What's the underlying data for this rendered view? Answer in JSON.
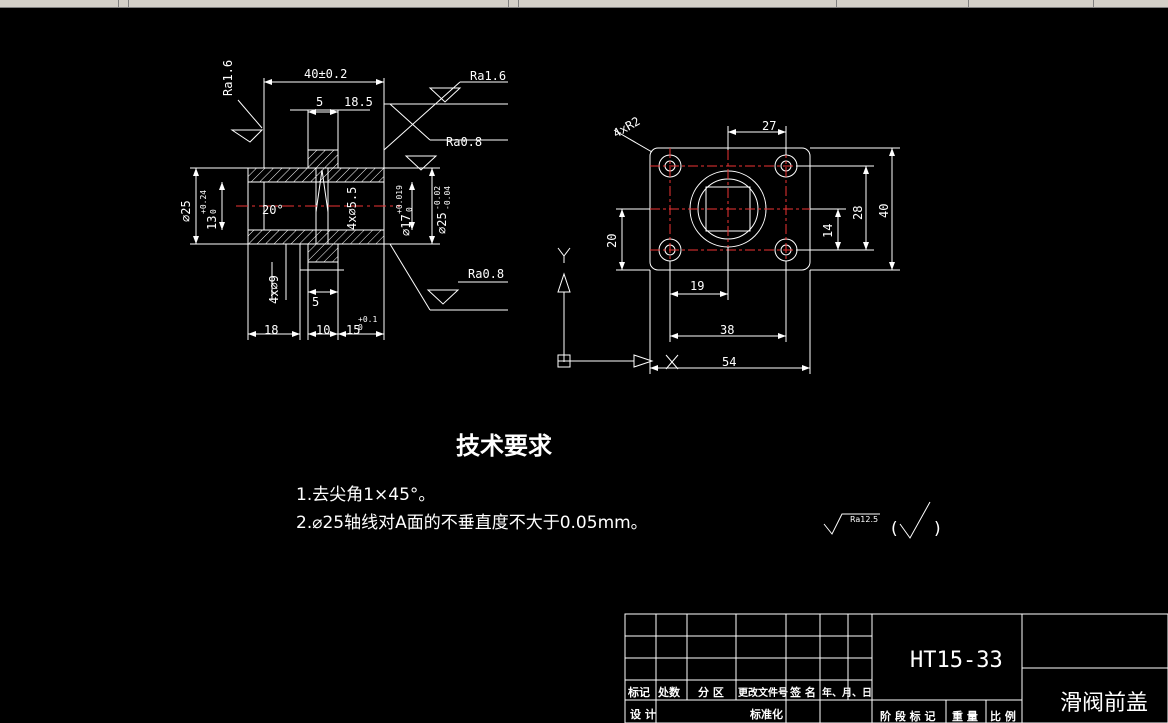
{
  "front_view": {
    "dim_width": "40±0.2",
    "dim_5_top": "5",
    "dim_18_5": "18.5",
    "dim_phi25": "⌀25",
    "dim_13_main": "13",
    "dim_13_upper": "+0.24",
    "dim_13_lower": "0",
    "angle_20": "20°",
    "dim_4x_phi5_5": "4x⌀5.5",
    "dim_phi17": "⌀17",
    "dim_phi17_tol": "+0.019",
    "dim_phi17_tol_lower": "0",
    "dim_phi25_tol": "⌀25",
    "dim_phi25_tol_upper": "-0.02",
    "dim_phi25_tol_lower": "-0.04",
    "dim_4x_phi9": "4x⌀9",
    "dim_5_bottom": "5",
    "dim_18": "18",
    "dim_10": "10",
    "dim_15": "15",
    "dim_15_tol_upper": "+0.1",
    "dim_15_tol_lower": "0",
    "ra_left": "Ra1.6",
    "ra_top_right": "Ra1.6",
    "ra_mid": "Ra0.8",
    "ra_bottom": "Ra0.8"
  },
  "top_view": {
    "dim_4xr2": "4xR2",
    "dim_27": "27",
    "dim_28": "28",
    "dim_40": "40",
    "dim_20": "20",
    "dim_14": "14",
    "dim_19": "19",
    "dim_38": "38",
    "dim_54": "54"
  },
  "ucs": {
    "x_label": "X",
    "y_label": "Y"
  },
  "notes": {
    "heading": "技术要求",
    "line1": "1.去尖角1×45°。",
    "line2": "2.⌀25轴线对A面的不垂直度不大于0.05mm。",
    "roughness_mark": "Ra12.5",
    "roughness_paren_open": "(",
    "roughness_paren_close": ")"
  },
  "title_block": {
    "material": "HT15-33",
    "part_name": "滑阀前盖",
    "col_mark": "标记",
    "col_count": "处数",
    "col_zone": "分 区",
    "col_docno": "更改文件号",
    "col_sign": "签 名",
    "col_date": "年、月、日",
    "row_design": "设 计",
    "row_standard": "标准化",
    "stage_mark": "阶 段 标 记",
    "weight": "重 量",
    "scale": "比 例"
  }
}
